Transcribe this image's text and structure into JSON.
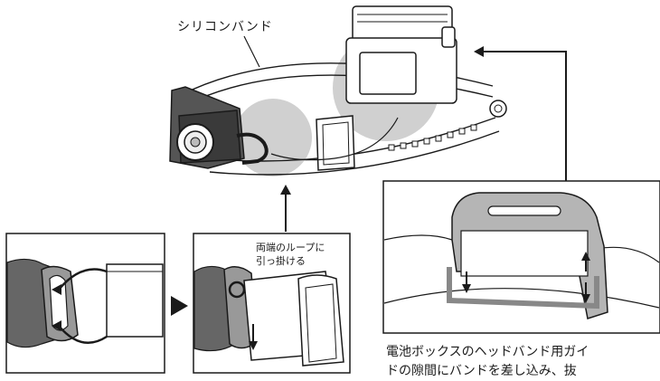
{
  "labels": {
    "silicone_band": "シリコンバンド",
    "loop_hook": "両端のループに\n引っ掛ける"
  },
  "caption": {
    "line1": "電池ボックスのヘッドバンド用ガイ",
    "line2": "ドの隙間にバンドを差し込み、抜"
  },
  "colors": {
    "highlight_circle": "#d0d0d0",
    "panel_border": "#1a1a1a",
    "arrow": "#1a1a1a"
  }
}
